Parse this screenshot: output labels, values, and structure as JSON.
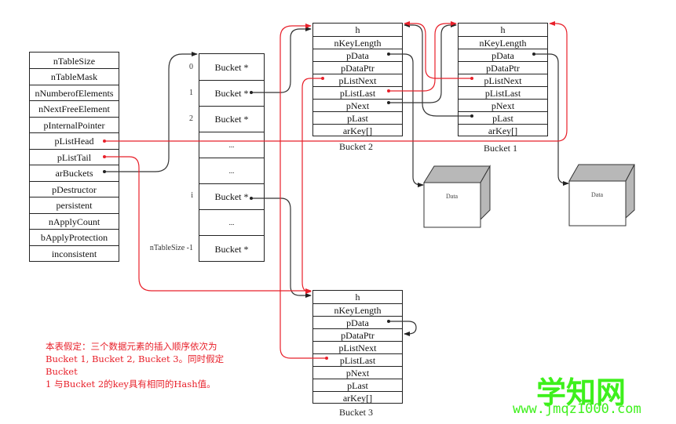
{
  "hashtable": {
    "fields": [
      "nTableSize",
      "nTableMask",
      "nNumberofElements",
      "nNextFreeElement",
      "pInternalPointer",
      "pListHead",
      "pListTail",
      "arBuckets",
      "pDestructor",
      "persistent",
      "nApplyCount",
      "bApplyProtection",
      "inconsistent"
    ]
  },
  "bucket_array": {
    "slots": [
      {
        "index": "0",
        "label": "Bucket *"
      },
      {
        "index": "1",
        "label": "Bucket *"
      },
      {
        "index": "2",
        "label": "Bucket *"
      },
      {
        "index": "",
        "label": "..."
      },
      {
        "index": "",
        "label": "..."
      },
      {
        "index": "i",
        "label": "Bucket *"
      },
      {
        "index": "",
        "label": "..."
      },
      {
        "index": "nTableSize -1",
        "label": "Bucket *"
      }
    ]
  },
  "bucket_fields": [
    "h",
    "nKeyLength",
    "pData",
    "pDataPtr",
    "pListNext",
    "pListLast",
    "pNext",
    "pLast",
    "arKey[]"
  ],
  "buckets": {
    "bucket2": {
      "caption": "Bucket 2"
    },
    "bucket1": {
      "caption": "Bucket 1"
    },
    "bucket3": {
      "caption": "Bucket 3"
    }
  },
  "data_blocks": {
    "data1": {
      "label": "Data"
    },
    "data2": {
      "label": "Data"
    }
  },
  "note": {
    "lines": [
      "本表假定：三个数据元素的插入顺序依次为",
      "Bucket 1, Bucket 2, Bucket 3。同时假定Bucket",
      "1 与Bucket 2的key具有相同的Hash值。"
    ]
  },
  "watermark": {
    "title": "学知网",
    "url": "www.jmqz1000.com"
  },
  "colors": {
    "pointer_black": "#222222",
    "list_red": "#e8202a",
    "note_red": "#e8202a",
    "watermark_green": "#3ef01c"
  }
}
